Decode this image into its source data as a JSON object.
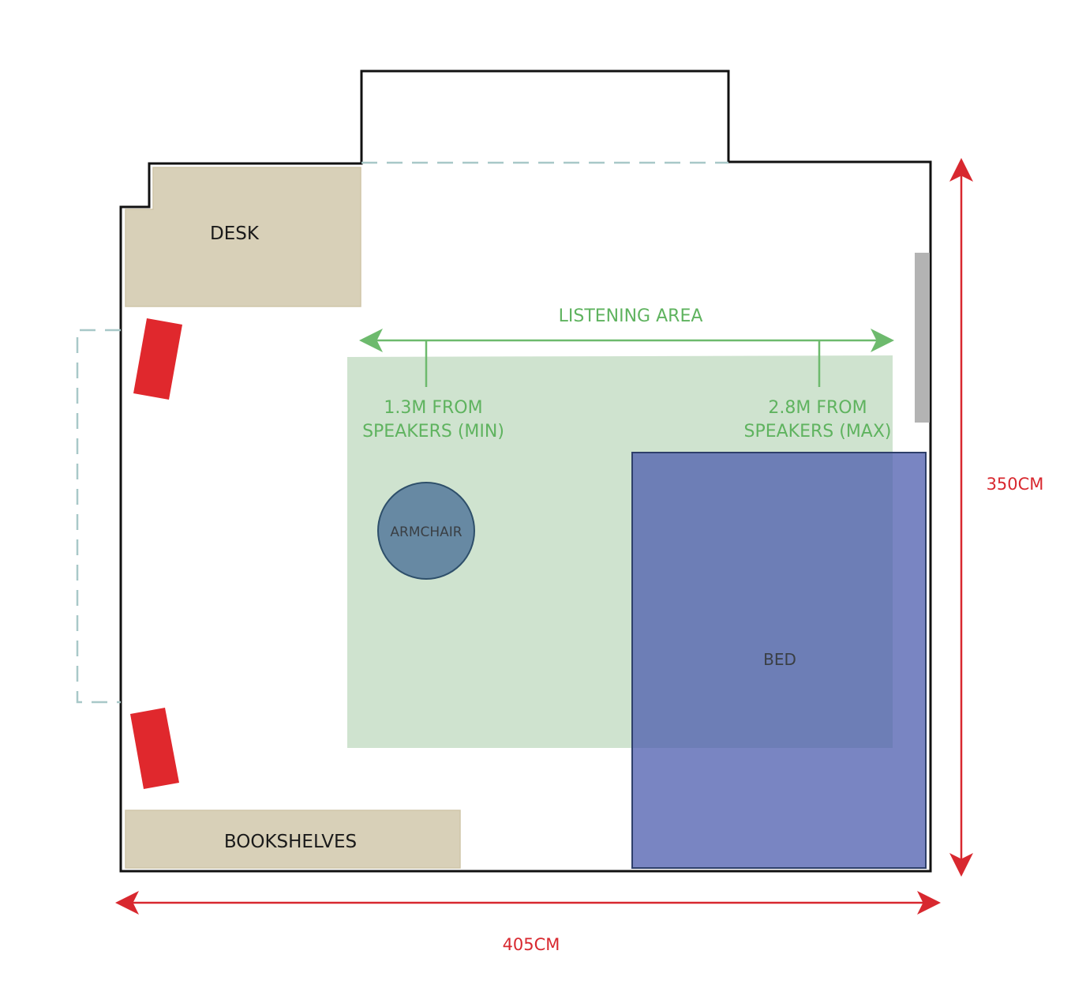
{
  "furniture": {
    "desk": "DESK",
    "bookshelves": "BOOKSHELVES",
    "armchair": "ARMCHAIR",
    "bed": "BED"
  },
  "listening": {
    "title": "LISTENING AREA",
    "min_line1": "1.3M FROM",
    "min_line2": "SPEAKERS (MIN)",
    "max_line1": "2.8M FROM",
    "max_line2": "SPEAKERS (MAX)"
  },
  "dimensions": {
    "width": "405CM",
    "height": "350CM"
  },
  "colors": {
    "wall": "#111111",
    "furniture": "#d8d0b8",
    "speaker": "#e0282d",
    "listening_area": "#cfe3cf",
    "listening_arrow": "#6dba6d",
    "bed": "#7784c0",
    "armchair": "#6789a3",
    "dimension": "#d8282f",
    "opening_dashes": "#a8c8c8",
    "radiator": "#b3b3b3"
  }
}
